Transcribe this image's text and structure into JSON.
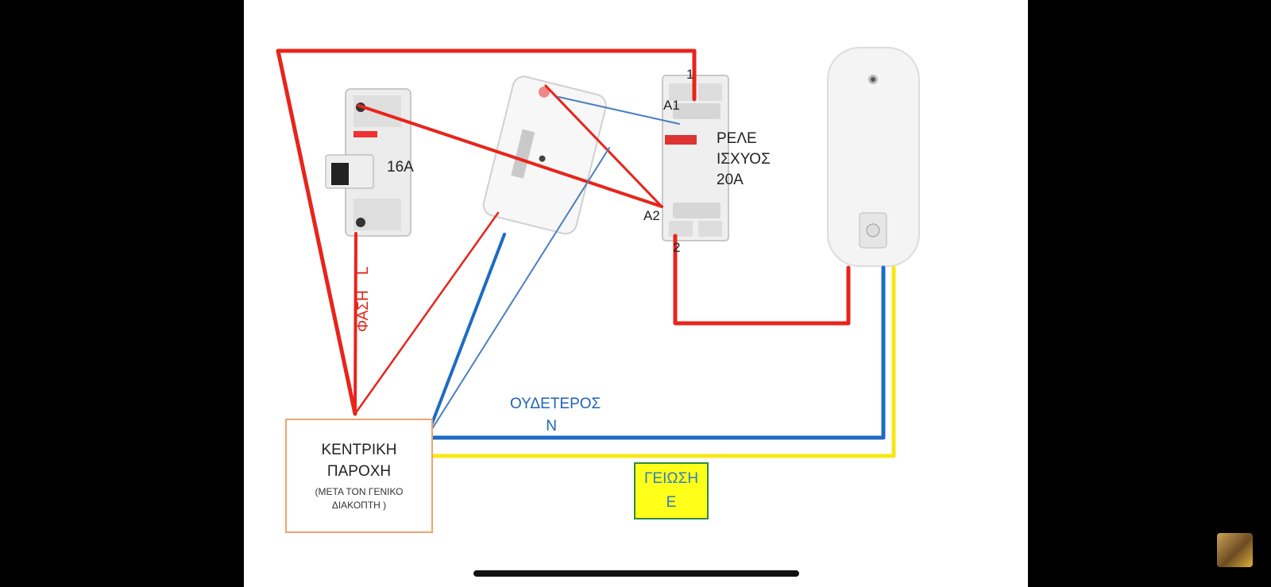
{
  "labels": {
    "terminal_1": "1",
    "terminal_2": "2",
    "terminal_a1": "A1",
    "terminal_a2": "A2",
    "relay_line1": "ΡΕΛΕ",
    "relay_line2": "ΙΣΧΥΟΣ",
    "relay_line3": "20A",
    "breaker": "16A",
    "phase": "ΦΑΣΗ",
    "phase_symbol": "L",
    "neutral": "ΟΥΔΕΤΕΡΟΣ",
    "neutral_symbol": "N",
    "supply_title_1": "ΚΕΝΤΡΙΚΗ",
    "supply_title_2": "ΠΑΡΟΧΗ",
    "supply_note_1": "(ΜΕΤΑ ΤΟΝ ΓΕΝΙΚΟ",
    "supply_note_2": "ΔΙΑΚΟΠΤΗ )",
    "earth": "ΓΕΙΩΣΗ",
    "earth_symbol": "E"
  },
  "colors": {
    "phase": "#e8241b",
    "neutral": "#1e6bc4",
    "neutral_thin": "#4a7fc0",
    "earth": "#f7e816",
    "supply_border": "#f2a36b",
    "earth_box": "#ffff1a"
  }
}
